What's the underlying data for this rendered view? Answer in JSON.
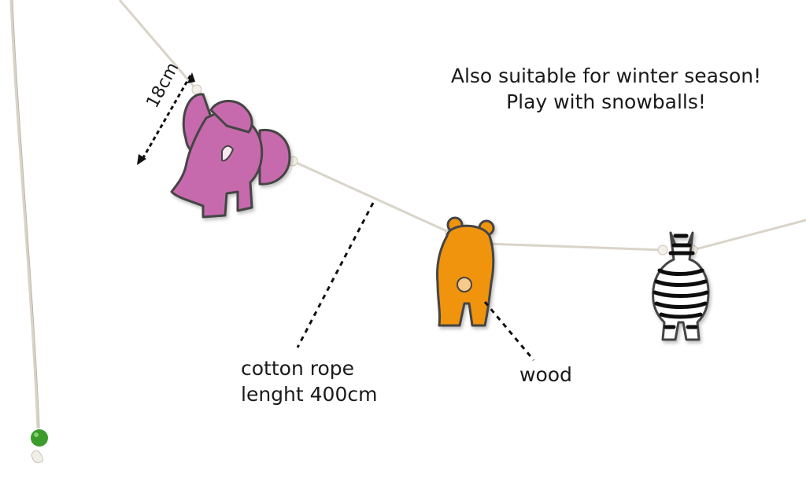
{
  "headline": {
    "line1": "Also suitable for winter season!",
    "line2": "Play with snowballs!"
  },
  "labels": {
    "measurement": "18cm",
    "rope_line1": "cotton rope",
    "rope_line2": "lenght 400cm",
    "wood": "wood"
  },
  "colors": {
    "elephant": "#c76aad",
    "bear": "#f0940f",
    "zebra_stripe": "#111111",
    "bead": "#3d9a2c",
    "rope": "#d9d4c8"
  }
}
